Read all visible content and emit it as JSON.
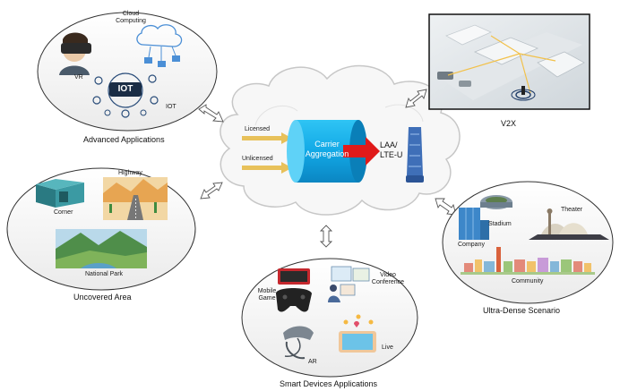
{
  "center": {
    "licensed": "Licensed",
    "unlicensed": "Unlicensed",
    "carrier_aggregation_line1": "Carrier",
    "carrier_aggregation_line2": "Aggregation",
    "laa_line1": "LAA/",
    "laa_line2": "LTE-U"
  },
  "advanced_applications": {
    "caption": "Advanced Applications",
    "vr": "VR",
    "cloud_line1": "Cloud",
    "cloud_line2": "Computing",
    "iot_badge": "IOT",
    "iot": "IOT"
  },
  "v2x": {
    "caption": "V2X"
  },
  "uncovered_area": {
    "caption": "Uncovered Area",
    "corner": "Corner",
    "highway": "Highway",
    "national_park": "National Park"
  },
  "ultra_dense": {
    "caption": "Ultra-Dense Scenario",
    "stadium": "Stadium",
    "theater": "Theater",
    "company": "Company",
    "community": "Community"
  },
  "smart_devices": {
    "caption": "Smart Devices Applications",
    "mobile_line1": "Mobile",
    "mobile_line2": "Game",
    "video_line1": "Video",
    "video_line2": "Conference",
    "ar": "AR",
    "live": "Live"
  }
}
